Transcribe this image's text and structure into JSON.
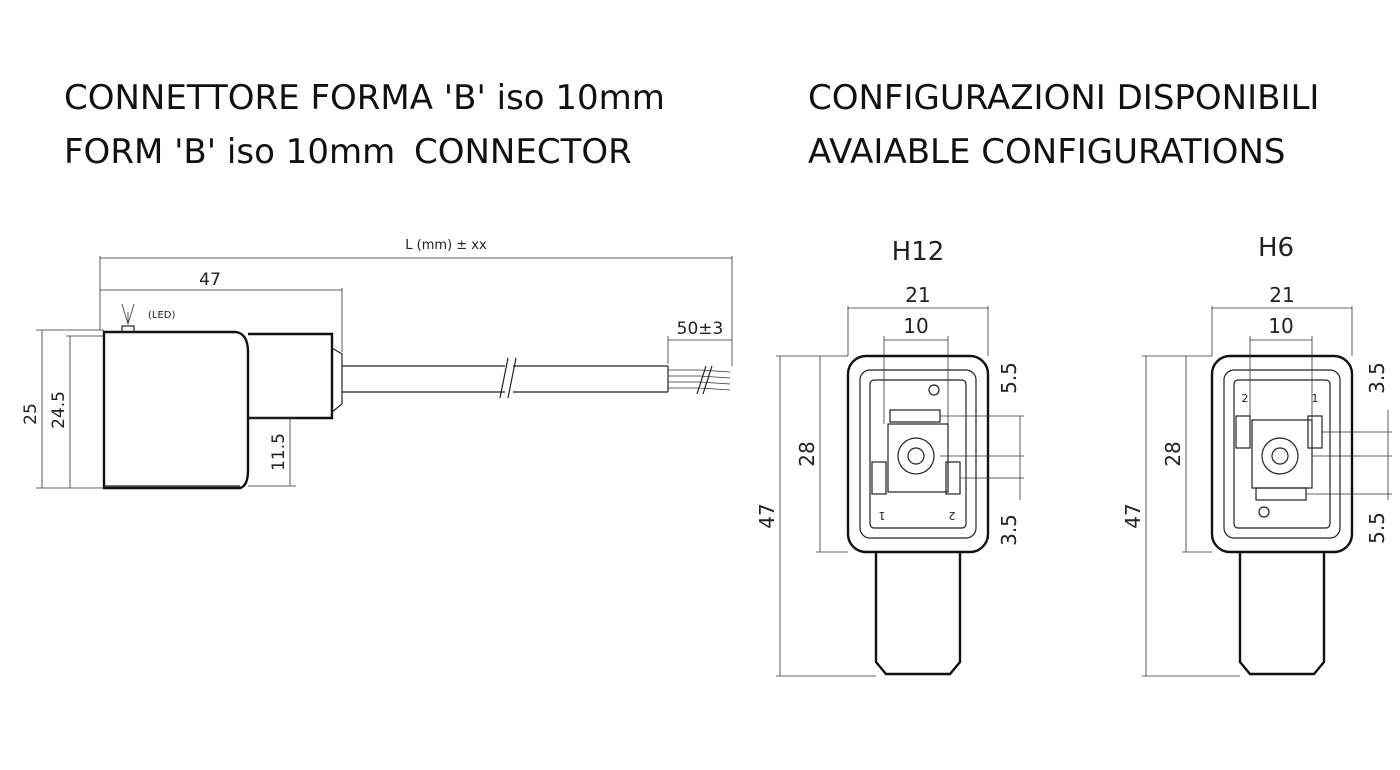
{
  "titles": {
    "it_line1": "CONNETTORE FORMA 'B' iso 10mm",
    "en_line1_a": "FORM 'B' iso 10mm",
    "en_line1_b": "CONNECTOR",
    "config_it": "CONFIGURAZIONI DISPONIBILI",
    "config_en": "AVAIABLE CONFIGURATIONS"
  },
  "side_view": {
    "length_label": "L (mm) ± xx",
    "dim_47": "47",
    "dim_50": "50±3",
    "dim_25": "25",
    "dim_24_5": "24.5",
    "dim_11_5": "11.5",
    "led_label": "(LED)"
  },
  "config_h12": {
    "label": "H12",
    "dim_21": "21",
    "dim_10": "10",
    "dim_5_5": "5.5",
    "dim_3_5": "3.5",
    "dim_28": "28",
    "dim_47": "47",
    "pin_1": "1",
    "pin_2": "2"
  },
  "config_h6": {
    "label": "H6",
    "dim_21": "21",
    "dim_10": "10",
    "dim_3_5": "3.5",
    "dim_5_5": "5.5",
    "dim_28": "28",
    "dim_47": "47",
    "pin_1": "1",
    "pin_2": "2"
  }
}
